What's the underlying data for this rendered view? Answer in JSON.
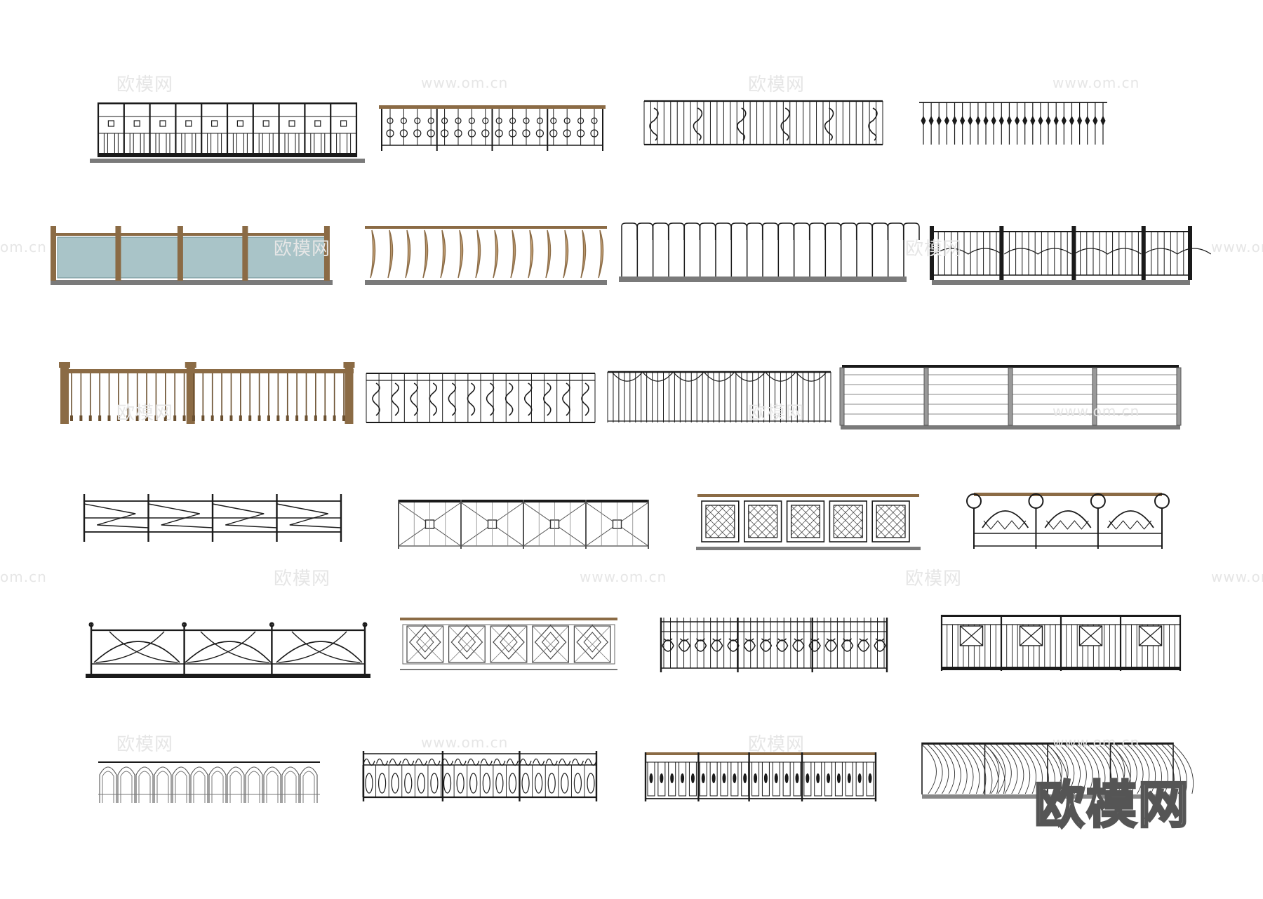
{
  "watermarks": {
    "cn": "欧模网",
    "url": "www.om.cn",
    "edge": "om.cn"
  },
  "logo": {
    "text": "欧模网"
  },
  "colors": {
    "ink": "#1a1a1a",
    "wood": "#8b6b45",
    "glass": "#a9c4c8",
    "base": "#7a7a7a",
    "watermark": "#e6e6e6"
  },
  "railings": [
    {
      "style": "grid-panels",
      "row": 1,
      "col": 1
    },
    {
      "style": "balusters",
      "row": 1,
      "col": 2
    },
    {
      "style": "scroll-bars",
      "row": 1,
      "col": 3
    },
    {
      "style": "spear-pickets",
      "row": 1,
      "col": 4
    },
    {
      "style": "glass-panels",
      "row": 2,
      "col": 1
    },
    {
      "style": "curved-wood",
      "row": 2,
      "col": 2
    },
    {
      "style": "hooked-bars",
      "row": 2,
      "col": 3
    },
    {
      "style": "arched-pickets",
      "row": 2,
      "col": 4
    },
    {
      "style": "wood-spindles",
      "row": 3,
      "col": 1
    },
    {
      "style": "scroll-ornament",
      "row": 3,
      "col": 2
    },
    {
      "style": "fan-tops",
      "row": 3,
      "col": 3
    },
    {
      "style": "horizontal-rails",
      "row": 3,
      "col": 4
    },
    {
      "style": "zigzag-frame",
      "row": 4,
      "col": 1
    },
    {
      "style": "diamond-cross",
      "row": 4,
      "col": 2
    },
    {
      "style": "lattice-panels",
      "row": 4,
      "col": 3
    },
    {
      "style": "round-arches",
      "row": 4,
      "col": 4
    },
    {
      "style": "curved-cross",
      "row": 5,
      "col": 1
    },
    {
      "style": "diamond-grid",
      "row": 5,
      "col": 2
    },
    {
      "style": "ornate-iron",
      "row": 5,
      "col": 3
    },
    {
      "style": "square-motif",
      "row": 5,
      "col": 4
    },
    {
      "style": "u-loops",
      "row": 6,
      "col": 1
    },
    {
      "style": "scroll-top-ovals",
      "row": 6,
      "col": 2
    },
    {
      "style": "oval-cutouts",
      "row": 6,
      "col": 3
    },
    {
      "style": "swept-curves",
      "row": 6,
      "col": 4
    }
  ]
}
